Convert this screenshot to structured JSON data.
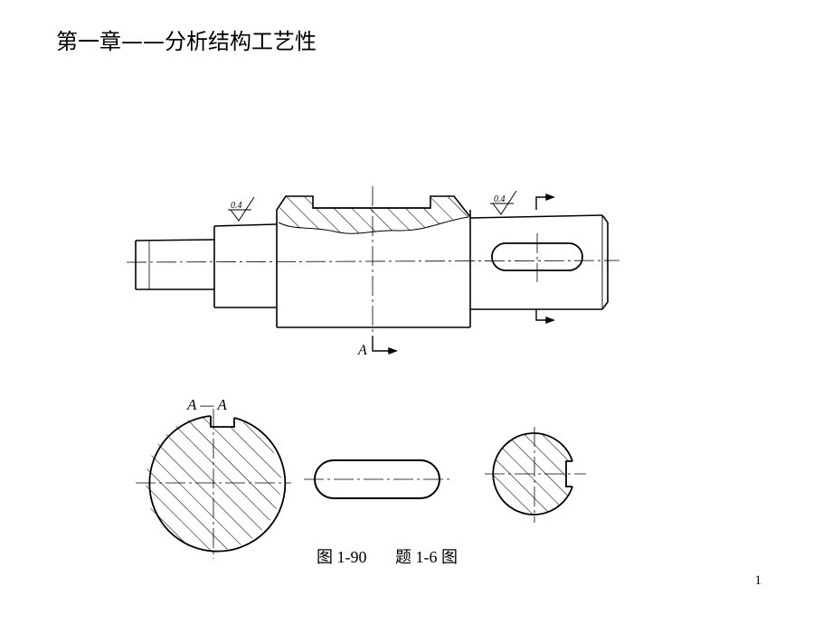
{
  "title": "第一章——分析结构工艺性",
  "page_number": "1",
  "drawing": {
    "roughness_left": "0.4",
    "roughness_right": "0.4",
    "section_marker": "A",
    "section_label": "A — A",
    "caption_fig": "图 1-90",
    "caption_problem": "题 1-6 图"
  }
}
